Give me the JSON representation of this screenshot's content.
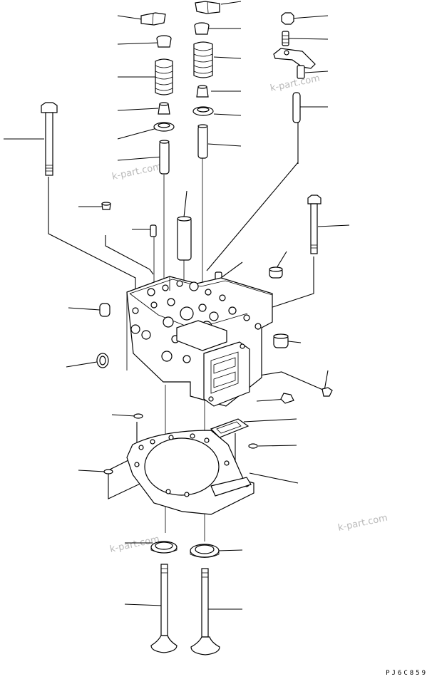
{
  "drawing_code": "PJ6C859",
  "watermarks": [
    "k-part.com",
    "k-part.com",
    "k-part.com",
    "k-part.com"
  ]
}
